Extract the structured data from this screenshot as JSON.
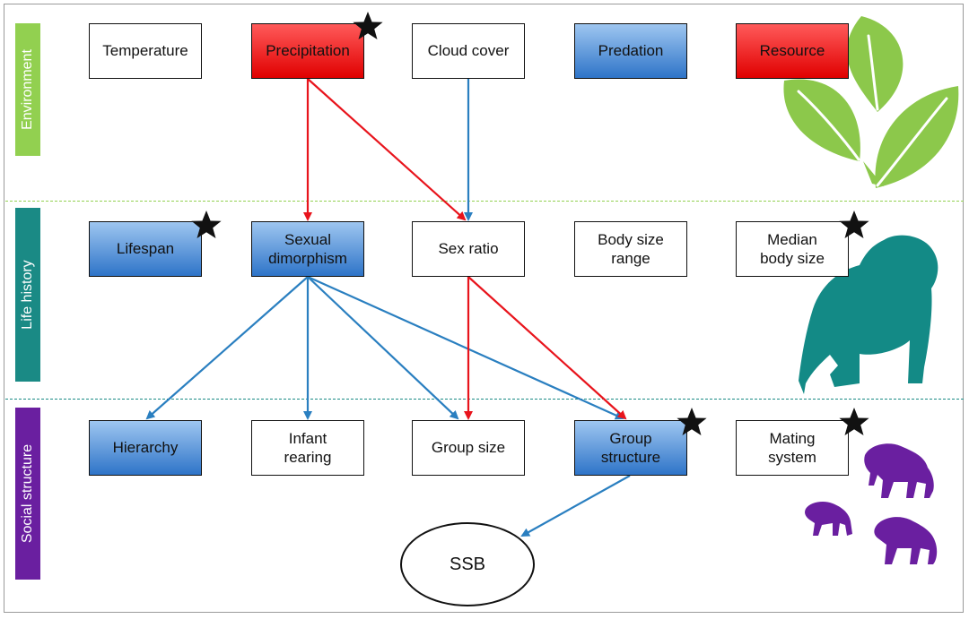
{
  "bands": {
    "environment": "Environment",
    "life_history": "Life history",
    "social_structure": "Social structure"
  },
  "nodes": {
    "temperature": "Temperature",
    "precipitation": "Precipitation",
    "cloud_cover": "Cloud cover",
    "predation": "Predation",
    "resource": "Resource",
    "lifespan": "Lifespan",
    "sexual_dimorphism": "Sexual\ndimorphism",
    "sex_ratio": "Sex ratio",
    "body_size_range": "Body size\nrange",
    "median_body_size": "Median\nbody size",
    "hierarchy": "Hierarchy",
    "infant_rearing": "Infant\nrearing",
    "group_size": "Group size",
    "group_structure": "Group\nstructure",
    "mating_system": "Mating\nsystem",
    "ssb": "SSB"
  },
  "colors": {
    "environment_band": "#92d050",
    "life_history_band": "#1a8a85",
    "social_structure_band": "#6a1fa0",
    "positive_arrow": "#e8141c",
    "negative_arrow": "#2a7fc0",
    "leaf": "#8cc84b",
    "gorilla": "#138a86",
    "baboon": "#6a1fa0"
  },
  "icons": [
    "star-icon",
    "leaves-icon",
    "gorilla-icon",
    "baboon-icon"
  ]
}
